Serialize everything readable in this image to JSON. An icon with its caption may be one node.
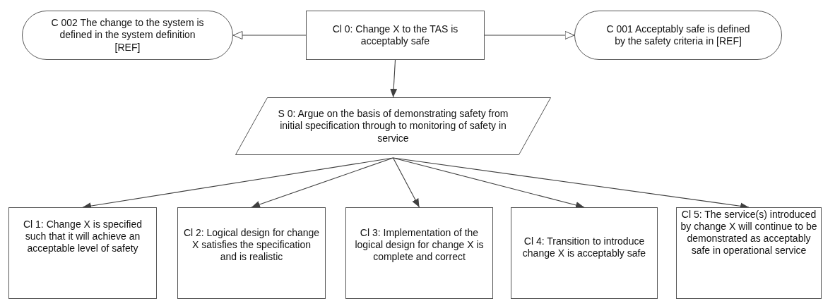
{
  "diagram": {
    "nodes": [
      {
        "text": [
          "C 002 The change to the system is defined in the system definition [REF]"
        ]
      },
      {
        "text": [
          "Cl 0: Change X to the TAS is acceptably safe"
        ]
      },
      {
        "text": [
          "C 001 Acceptably safe is defined by the safety criteria in [REF]"
        ]
      },
      {
        "text": [
          "S 0: Argue on the basis of demonstrating safety from initial specification through to monitoring of safety in service"
        ]
      },
      {
        "text": [
          "Cl 1: Change X is specified such that it will achieve an acceptable level of safety"
        ]
      },
      {
        "text": [
          "Cl 2: Logical design for change X satisfies the specification and is realistic"
        ]
      },
      {
        "text": [
          "Cl 3: Implementation of the logical design for change X is complete and correct"
        ]
      },
      {
        "text": [
          "Cl 4: Transition to introduce change X is acceptably safe"
        ]
      },
      {
        "text": [
          "Cl 5: The service(s) introduced by change X will continue to be demonstrated as acceptably safe in operational service"
        ]
      }
    ],
    "edges": [
      {
        "from": 1,
        "to": 0,
        "arrow": "to"
      },
      {
        "from": 1,
        "to": 2,
        "arrow": "to"
      },
      {
        "from": 1,
        "to": 3,
        "arrow": "to"
      },
      {
        "from": 3,
        "to": 4,
        "arrow": "to"
      },
      {
        "from": 3,
        "to": 5,
        "arrow": "to"
      },
      {
        "from": 3,
        "to": 6,
        "arrow": "to"
      },
      {
        "from": 3,
        "to": 7,
        "arrow": "to"
      },
      {
        "from": 3,
        "to": 8,
        "arrow": "to"
      }
    ]
  }
}
